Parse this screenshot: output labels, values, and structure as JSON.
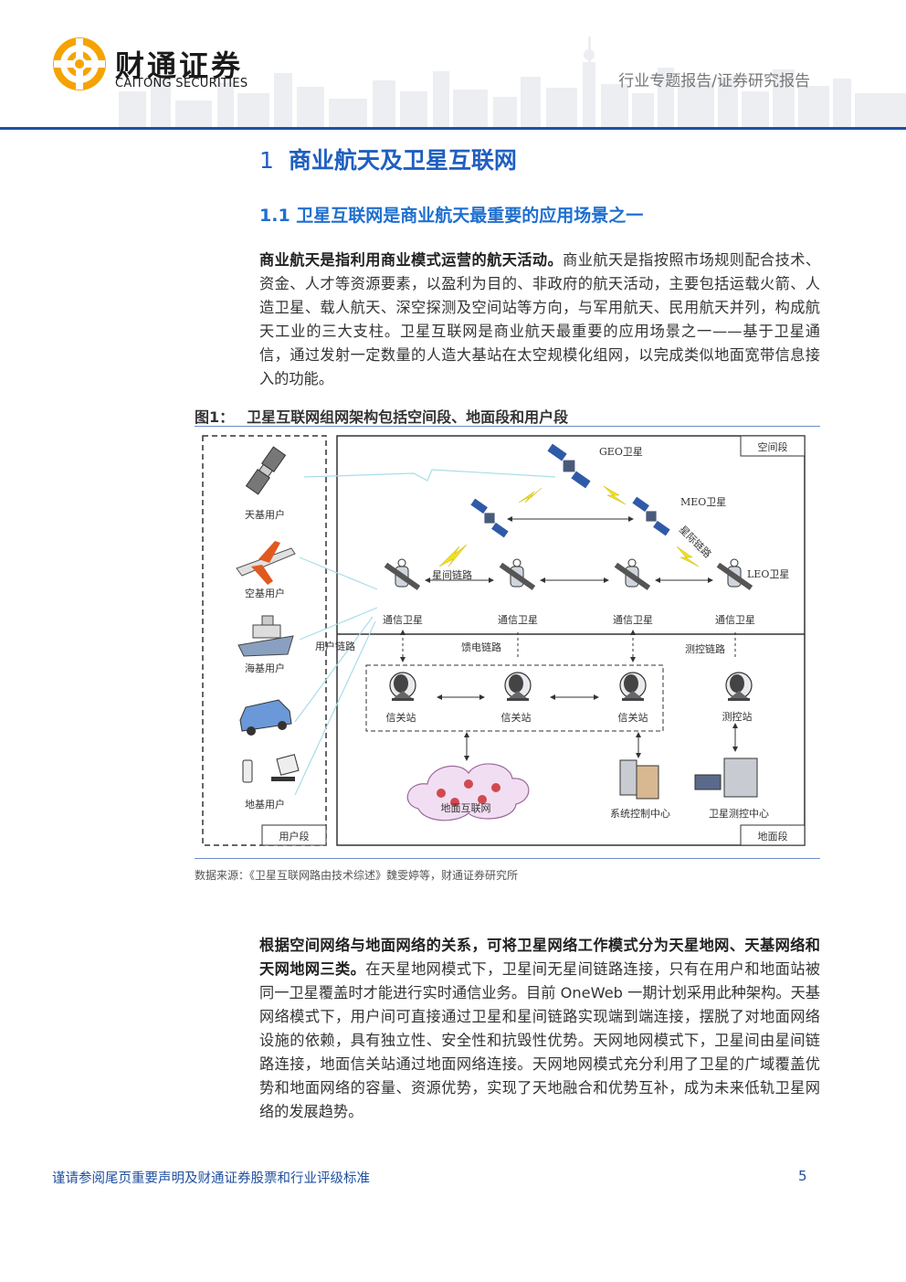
{
  "header": {
    "logo_cn": "财通证券",
    "logo_en": "CAITONG SECURITIES",
    "report_type": "行业专题报告/证券研究报告"
  },
  "section": {
    "number": "1",
    "title": "商业航天及卫星互联网"
  },
  "subsection": {
    "title": "1.1 卫星互联网是商业航天最重要的应用场景之一"
  },
  "paragraph1": {
    "lead": "商业航天是指利用商业模式运营的航天活动。",
    "body": "商业航天是指按照市场规则配合技术、资金、人才等资源要素，以盈利为目的、非政府的航天活动，主要包括运载火箭、人造卫星、载人航天、深空探测及空间站等方向，与军用航天、民用航天并列，构成航天工业的三大支柱。卫星互联网是商业航天最重要的应用场景之一——基于卫星通信，通过发射一定数量的人造大基站在太空规模化组网，以完成类似地面宽带信息接入的功能。"
  },
  "figure": {
    "label": "图1：",
    "caption": "卫星互联网组网架构包括空间段、地面段和用户段",
    "source": "数据来源：《卫星互联网路由技术综述》魏雯婷等，财通证券研究所",
    "labels": {
      "space_segment": "空间段",
      "ground_segment": "地面段",
      "user_segment": "用户段",
      "geo": "GEO卫星",
      "meo": "MEO卫星",
      "leo": "LEO卫星",
      "inter_sat_link": "星际链路",
      "inter_star_link": "星间链路",
      "comm_sat": "通信卫星",
      "user_link": "用户链路",
      "feeder_link": "馈电链路",
      "ttc_link": "测控链路",
      "gateway": "信关站",
      "ttc_station": "测控站",
      "ground_internet": "地面互联网",
      "sys_control": "系统控制中心",
      "sat_ttc_center": "卫星测控中心",
      "space_user": "天基用户",
      "air_user": "空基用户",
      "sea_user": "海基用户",
      "land_user": "地基用户"
    }
  },
  "paragraph2": {
    "lead": "根据空间网络与地面网络的关系，可将卫星网络工作模式分为天星地网、天基网络和天网地网三类。",
    "body": "在天星地网模式下，卫星间无星间链路连接，只有在用户和地面站被同一卫星覆盖时才能进行实时通信业务。目前 OneWeb 一期计划采用此种架构。天基网络模式下，用户间可直接通过卫星和星间链路实现端到端连接，摆脱了对地面网络设施的依赖，具有独立性、安全性和抗毁性优势。天网地网模式下，卫星间由星间链路连接，地面信关站通过地面网络连接。天网地网模式充分利用了卫星的广域覆盖优势和地面网络的容量、资源优势，实现了天地融合和优势互补，成为未来低轨卫星网络的发展趋势。"
  },
  "footer": {
    "note": "谨请参阅尾页重要声明及财通证券股票和行业评级标准",
    "page": "5"
  },
  "colors": {
    "brand_blue": "#1f4fa3",
    "heading_blue": "#1f5fbf",
    "logo_orange": "#f5a300"
  }
}
